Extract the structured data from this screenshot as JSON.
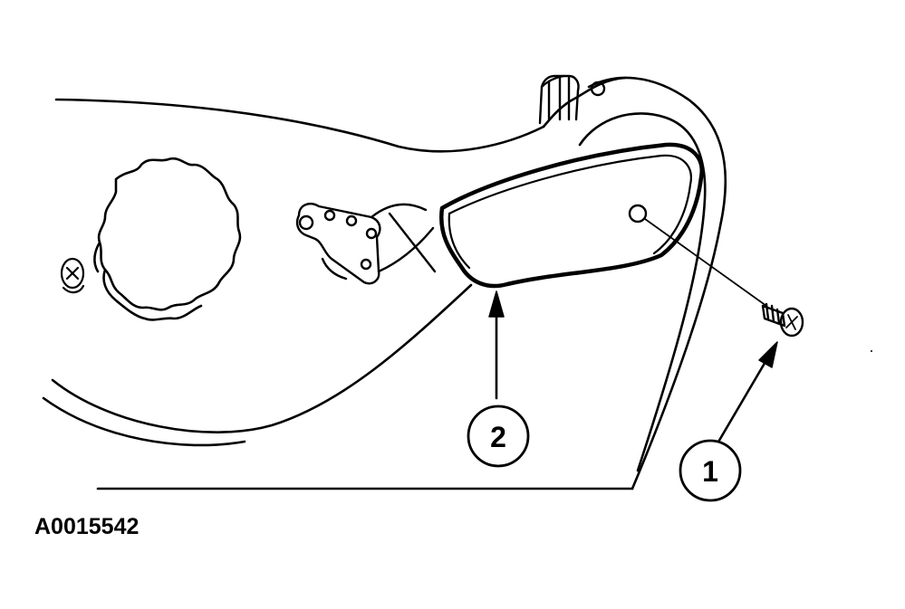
{
  "figure": {
    "figure_code": "A0015542",
    "callouts": [
      {
        "id": "callout-1",
        "number": "1",
        "part": "screw"
      },
      {
        "id": "callout-2",
        "number": "2",
        "part": "handle"
      }
    ],
    "colors": {
      "ink": "#000000",
      "paper": "#ffffff"
    }
  }
}
